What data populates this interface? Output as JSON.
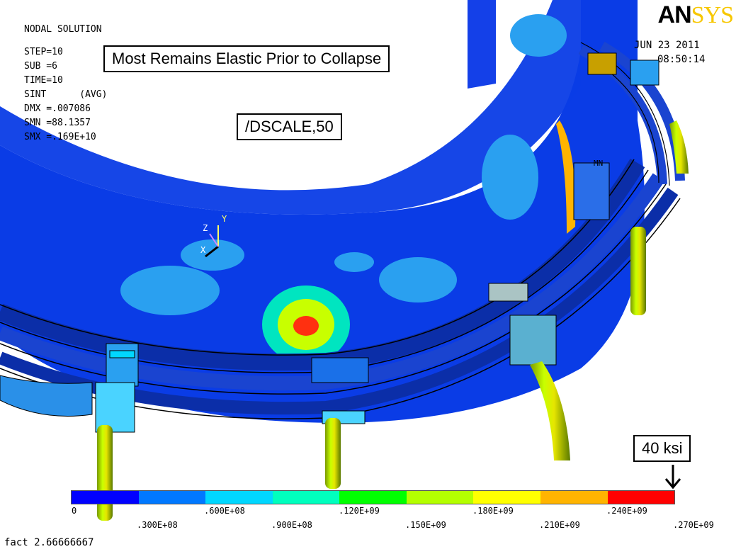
{
  "header": {
    "title": "NODAL SOLUTION",
    "lines": [
      "STEP=10",
      "SUB =6",
      "TIME=10",
      "SINT      (AVG)",
      "DMX =.007086",
      "SMN =88.1357",
      "SMX =.169E+10"
    ]
  },
  "logo": {
    "part1": "AN",
    "part2": "SYS"
  },
  "date": "JUN 23 2011",
  "time": "08:50:14",
  "callouts": {
    "elastic": "Most Remains Elastic Prior to Collapse",
    "dscale": "/DSCALE,50",
    "ksi": "40 ksi"
  },
  "triad": {
    "y": "Y",
    "z": "Z",
    "x": "X"
  },
  "mn_label": "MN",
  "legend": {
    "colors": [
      "#0000ff",
      "#0078ff",
      "#00d7ff",
      "#00ffbe",
      "#00ff00",
      "#b4ff00",
      "#ffff00",
      "#ffb400",
      "#ff0000"
    ],
    "top_labels": [
      "0",
      ".600E+08",
      ".120E+09",
      ".180E+09",
      ".240E+09"
    ],
    "bottom_labels": [
      ".300E+08",
      ".900E+08",
      ".150E+09",
      ".210E+09",
      ".270E+09"
    ]
  },
  "footer": "fact 2.66666667"
}
